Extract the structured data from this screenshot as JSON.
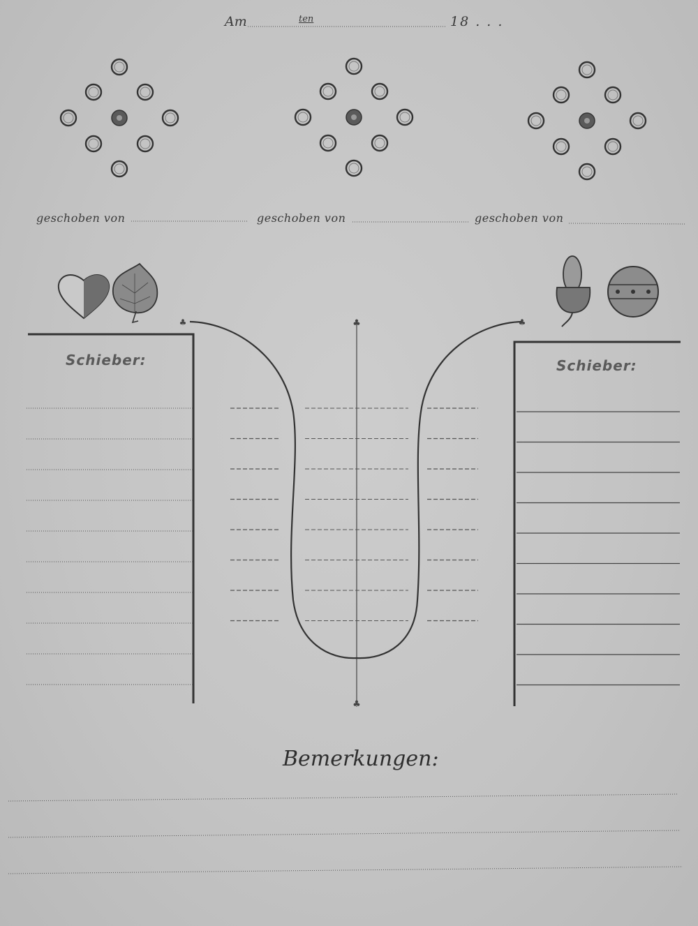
{
  "header": {
    "am_label": "Am",
    "ten_label": "ten",
    "year_label": "18 . . ."
  },
  "pin_diagrams": {
    "pushed_by_label": "geschoben von"
  },
  "card_suit_icons": {
    "left": [
      "heart-icon",
      "leaf-icon"
    ],
    "right": [
      "acorn-icon",
      "bell-icon"
    ]
  },
  "players": {
    "left_label": "Schieber:",
    "right_label": "Schieber:"
  },
  "remarks": {
    "label": "Bemerkungen:"
  },
  "colors": {
    "paper": "#c4c4c4",
    "ink": "#3a3a3a"
  }
}
